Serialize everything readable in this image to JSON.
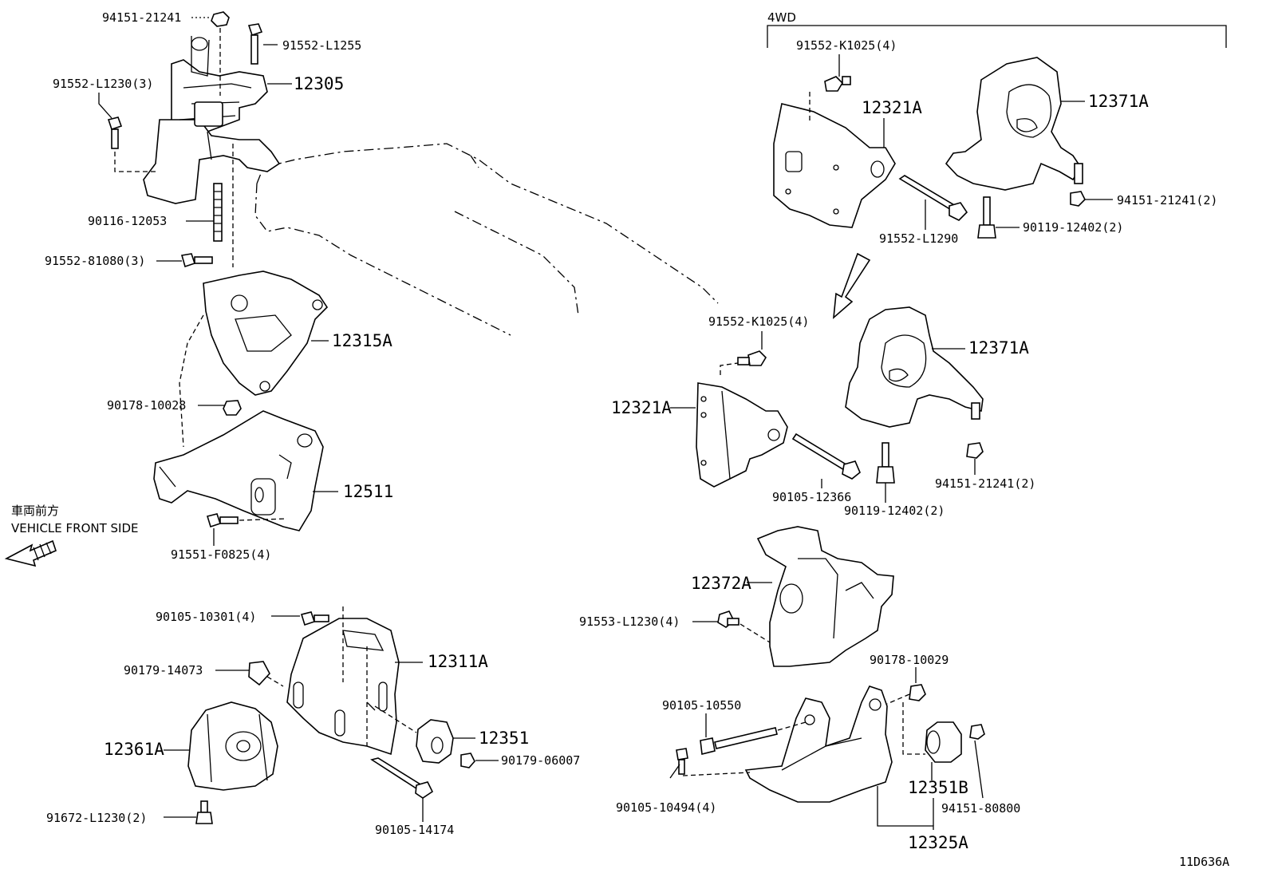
{
  "labels": {
    "l01": "94151-21241",
    "l02": "91552-L1255",
    "l03": "91552-L1230(3)",
    "l04": "12305",
    "l05": "90116-12053",
    "l06": "91552-81080(3)",
    "l07": "12315A",
    "l08": "90178-10028",
    "l09": "12511",
    "l10": "91551-F0825(4)",
    "l11": "90105-10301(4)",
    "l12": "12311A",
    "l13": "90179-14073",
    "l14": "12351",
    "l15": "90179-06007",
    "l16": "12361A",
    "l17": "91672-L1230(2)",
    "l18": "90105-14174",
    "l19": "4WD",
    "l20": "91552-K1025(4)",
    "l21": "12321A",
    "l22": "12371A",
    "l23": "94151-21241(2)",
    "l24": "91552-L1290",
    "l25": "90119-12402(2)",
    "l26": "91552-K1025(4)",
    "l27": "12371A",
    "l28": "12321A",
    "l29": "90105-12366",
    "l30": "90119-12402(2)",
    "l31": "94151-21241(2)",
    "l32": "12372A",
    "l33": "91553-L1230(4)",
    "l34": "90178-10029",
    "l35": "90105-10550",
    "l36": "90105-10494(4)",
    "l37": "12351B",
    "l38": "94151-80800",
    "l39": "12325A",
    "l40": "11D636A"
  },
  "vehicle_front": {
    "jp": "車両前方",
    "en": "VEHICLE FRONT SIDE"
  }
}
